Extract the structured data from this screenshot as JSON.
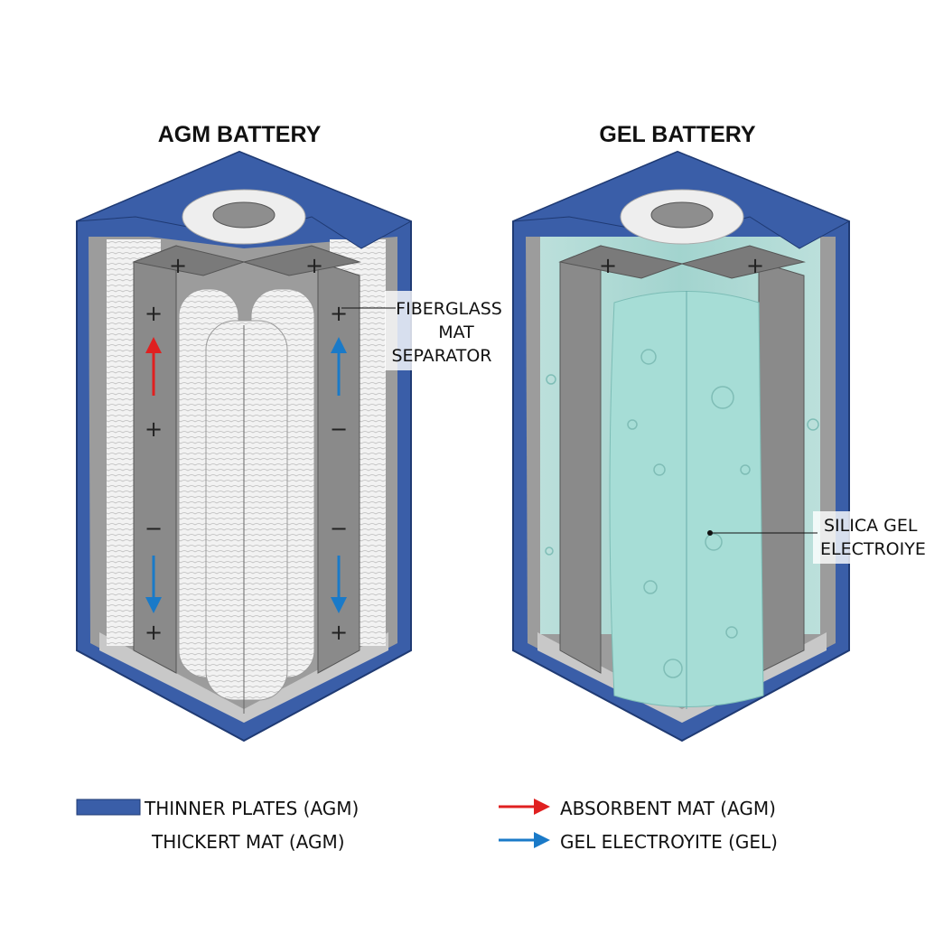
{
  "titles": {
    "agm": "AGM BATTERY",
    "gel": "GEL BATTERY"
  },
  "callouts": {
    "fiberglass": [
      "FIBERGLASS",
      "MAT",
      "SEPARATOR"
    ],
    "silica": [
      "SILICA GEL",
      "ELECTROIYE"
    ]
  },
  "agm_signs": {
    "top_left": "+",
    "top_right": "+",
    "left": [
      "+",
      "+",
      "−",
      "+"
    ],
    "right": [
      "+",
      "−",
      "−",
      "+"
    ]
  },
  "gel_signs": {
    "top_left": "+",
    "top_right": "+"
  },
  "legend": [
    {
      "label": "THINNER PLATES (AGM)",
      "marker": "swatch",
      "color": "#3a5ea8"
    },
    {
      "label": "THICKERT MAT (AGM)",
      "marker": "none"
    },
    {
      "label": "ABSORBENT MAT (AGM)",
      "marker": "arrow",
      "color": "#e02020"
    },
    {
      "label": "GEL ELECTROYITE (GEL)",
      "marker": "arrow",
      "color": "#1a7ac8"
    }
  ],
  "colors": {
    "casing": "#3a5ea8",
    "plate": "#8a8a8a",
    "gel": "#a8ddd8",
    "red_arrow": "#e02020",
    "blue_arrow": "#1a7ac8"
  }
}
